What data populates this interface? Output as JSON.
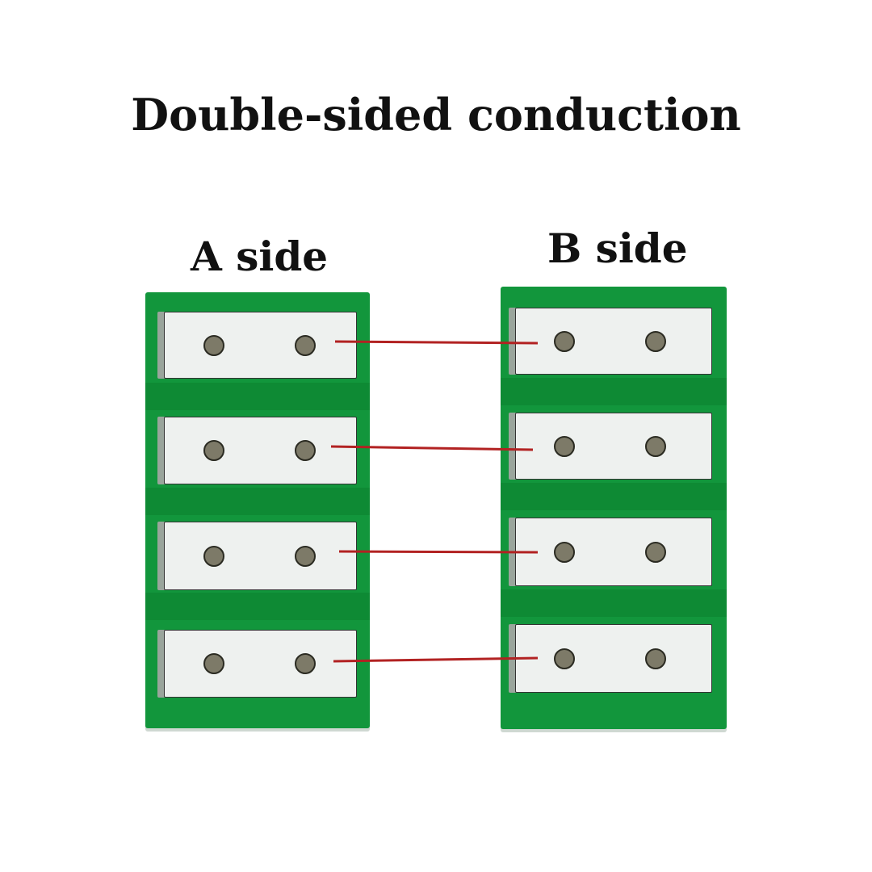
{
  "title": "Double-sided conduction",
  "labels": {
    "a_side": "A side",
    "b_side": "B side"
  },
  "colors": {
    "pcb": "#12963c",
    "pad": "#eef1ef",
    "connector": "#b22222"
  },
  "pads_per_side": 4,
  "holes_per_pad": 2
}
